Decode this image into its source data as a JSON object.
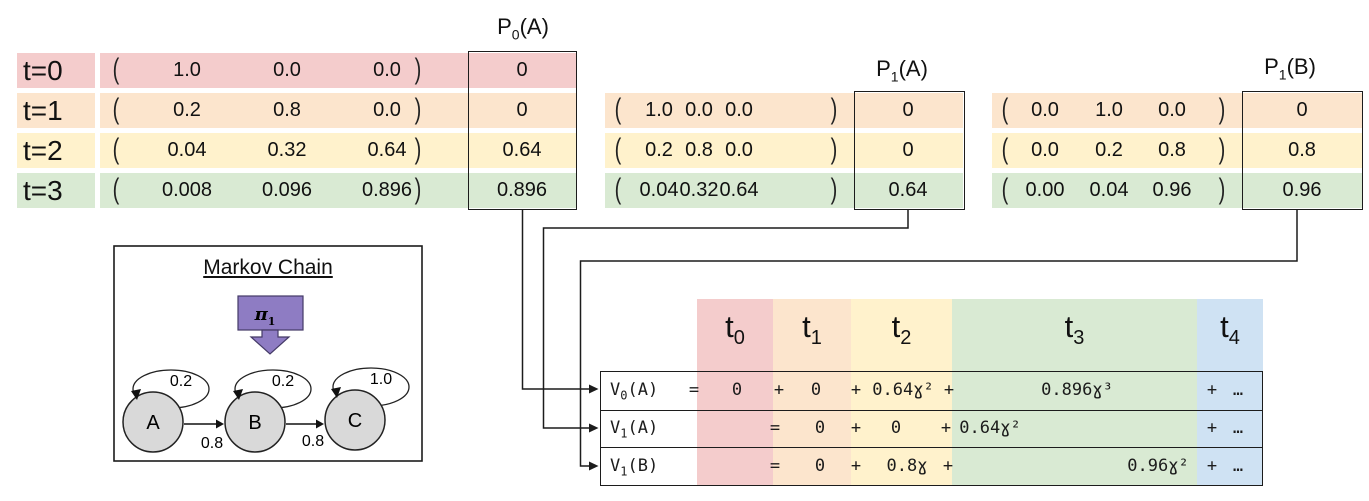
{
  "colors": {
    "pink": "#f4cccc",
    "orange": "#fce5cd",
    "yellow": "#fff2cc",
    "green": "#d9ead3",
    "blue": "#cfe2f3",
    "purple": "#8e7cc3",
    "state_gray": "#d9d9d9"
  },
  "dist_tables": {
    "bracket_open": "(",
    "bracket_close": ")",
    "p0a": {
      "header": {
        "base": "P",
        "sub": "0",
        "suffix": "(A)"
      },
      "rows": [
        {
          "label": "t=0",
          "values": [
            "1.0",
            "0.0",
            "0.0"
          ],
          "result": "0"
        },
        {
          "label": "t=1",
          "values": [
            "0.2",
            "0.8",
            "0.0"
          ],
          "result": "0"
        },
        {
          "label": "t=2",
          "values": [
            "0.04",
            "0.32",
            "0.64"
          ],
          "result": "0.64"
        },
        {
          "label": "t=3",
          "values": [
            "0.008",
            "0.096",
            "0.896"
          ],
          "result": "0.896"
        }
      ]
    },
    "p1a": {
      "header": {
        "base": "P",
        "sub": "1",
        "suffix": "(A)"
      },
      "rows": [
        {
          "values": [
            "1.0",
            "0.0",
            "0.0"
          ],
          "result": "0"
        },
        {
          "values": [
            "0.2",
            "0.8",
            "0.0"
          ],
          "result": "0"
        },
        {
          "values": [
            "0.04",
            "0.32",
            "0.64"
          ],
          "result": "0.64"
        }
      ]
    },
    "p1b": {
      "header": {
        "base": "P",
        "sub": "1",
        "suffix": "(B)"
      },
      "rows": [
        {
          "values": [
            "0.0",
            "1.0",
            "0.0"
          ],
          "result": "0"
        },
        {
          "values": [
            "0.0",
            "0.2",
            "0.8"
          ],
          "result": "0.8"
        },
        {
          "values": [
            "0.00",
            "0.04",
            "0.96"
          ],
          "result": "0.96"
        }
      ]
    }
  },
  "markov": {
    "title": "Markov Chain",
    "policy": {
      "base": "π",
      "sub": "1"
    },
    "states": [
      "A",
      "B",
      "C"
    ],
    "self_loop_labels": [
      "0.2",
      "0.2",
      "1.0"
    ],
    "transition_labels": [
      "0.8",
      "0.8"
    ]
  },
  "value_table": {
    "headers": [
      {
        "base": "t",
        "sub": "0"
      },
      {
        "base": "t",
        "sub": "1"
      },
      {
        "base": "t",
        "sub": "2"
      },
      {
        "base": "t",
        "sub": "3"
      },
      {
        "base": "t",
        "sub": "4"
      }
    ],
    "rows": [
      {
        "label": {
          "base": "V",
          "sub": "0",
          "suffix": "(A)"
        },
        "terms": [
          "=",
          "0",
          "+",
          "0",
          "+",
          "0.64ɣ²",
          "+",
          "0.896ɣ³",
          "+",
          "…"
        ]
      },
      {
        "label": {
          "base": "V",
          "sub": "1",
          "suffix": "(A)"
        },
        "terms": [
          "=",
          "0",
          "+",
          "0",
          "+",
          "0.64ɣ²",
          "+",
          "…"
        ]
      },
      {
        "label": {
          "base": "V",
          "sub": "1",
          "suffix": "(B)"
        },
        "terms": [
          "=",
          "0",
          "+",
          "0.8ɣ",
          "+",
          "0.96ɣ²",
          "+",
          "…"
        ]
      }
    ]
  }
}
